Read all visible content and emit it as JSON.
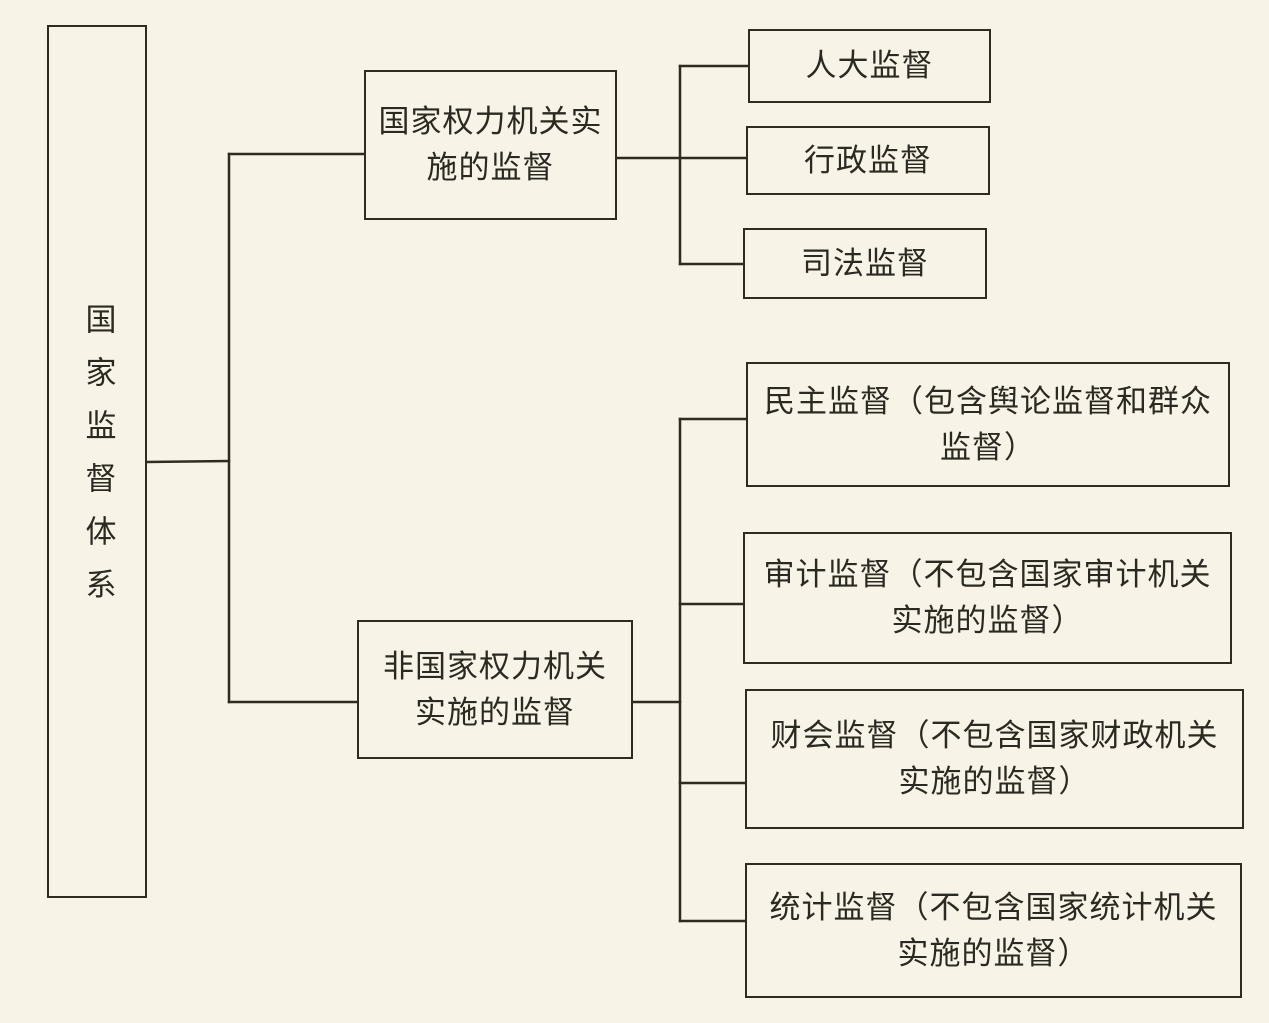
{
  "root": {
    "label": "国家监督体系"
  },
  "state_organs": {
    "label": "国家权力机关实施的监督",
    "children": [
      "人大监督",
      "行政监督",
      "司法监督"
    ]
  },
  "non_state": {
    "label": "非国家权力机关实施的监督",
    "children": [
      "民主监督（包含舆论监督和群众监督）",
      "审计监督（不包含国家审计机关实施的监督）",
      "财会监督（不包含国家财政机关实施的监督）",
      "统计监督（不包含国家统计机关实施的监督）"
    ]
  },
  "colors": {
    "background": "#f7f3e6",
    "line": "#2e2c20"
  }
}
